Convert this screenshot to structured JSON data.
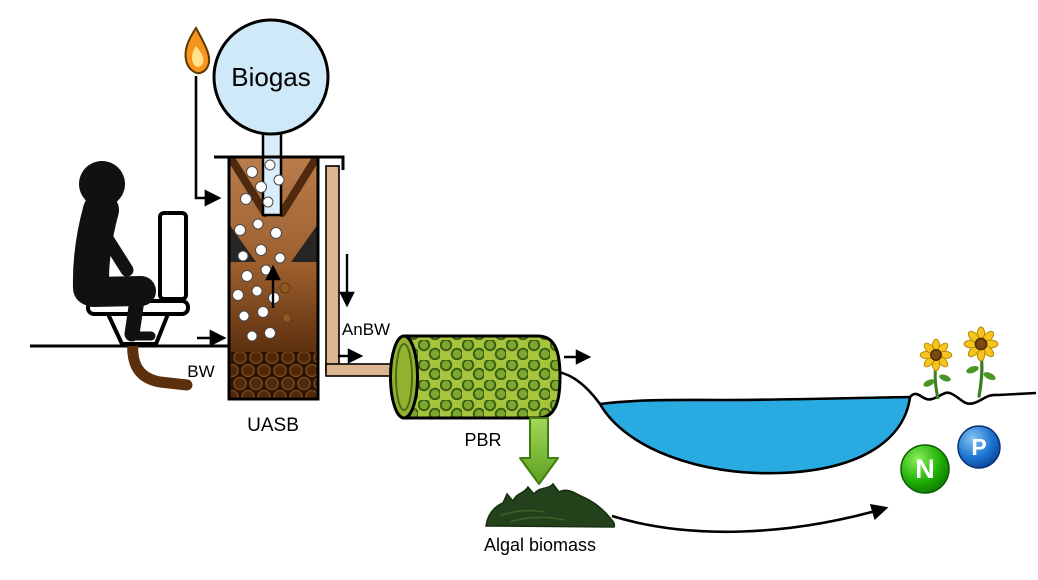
{
  "diagram": {
    "labels": {
      "biogas": "Biogas",
      "blackwater": "BW",
      "anaerobic_blackwater": "AnBW",
      "uasb": "UASB",
      "pbr": "PBR",
      "algal_biomass": "Algal biomass",
      "nitrogen": "N",
      "phosphorus": "P"
    },
    "icons": {
      "flame": "flame-icon",
      "person_on_toilet": "person-on-toilet-icon",
      "sunflower": "sunflower-icon",
      "biogas_balloon": "biogas-balloon",
      "nutrient_spheres": "nitrogen-sphere, phosphorus-sphere"
    },
    "colors": {
      "biogas_balloon": "#cfe9f9",
      "flame_orange": "#f7941d",
      "uasb_top_brown": "#b97d4e",
      "uasb_dark_brown": "#3a1c08",
      "blackwater_pipe": "#5c2f0d",
      "effluent_pipe_tan": "#dcb691",
      "pbr_green": "#a7c53c",
      "algae_ring_green": "#3b5f14",
      "harvest_arrow_green": "#6fae2a",
      "algal_pile_green": "#23421c",
      "pond_blue": "#29abe2",
      "nitrogen_green": "#18a006",
      "phosphorus_blue": "#1668c7",
      "outline_black": "#000000"
    }
  }
}
